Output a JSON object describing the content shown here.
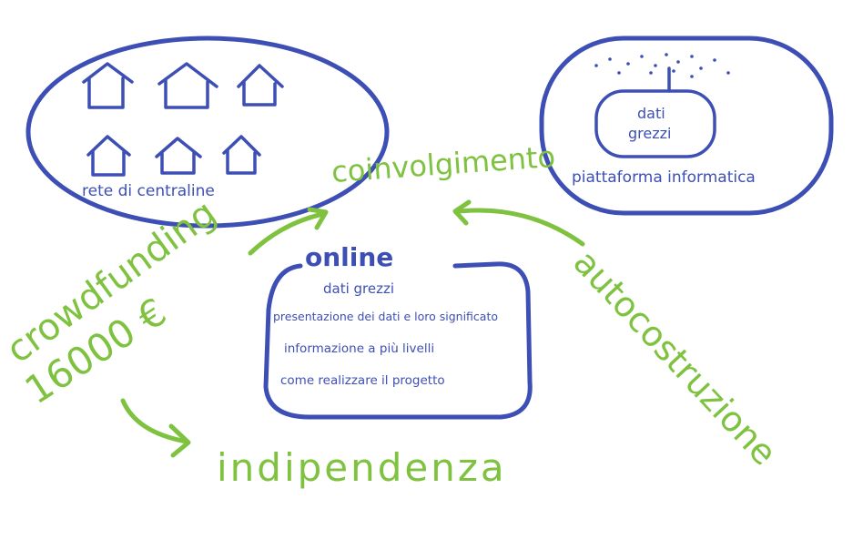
{
  "colors": {
    "blue": "#3d4fb5",
    "green": "#7fc240"
  },
  "left_group": {
    "label": "rete di centraline",
    "icon": "house-icon"
  },
  "right_group": {
    "inner_label_1": "dati",
    "inner_label_2": "grezzi",
    "label": "piattaforma informatica"
  },
  "center": {
    "label": "coinvolgimento"
  },
  "online_box": {
    "title": "online",
    "items": [
      "dati grezzi",
      "presentazione dei dati e loro significato",
      "informazione a più livelli",
      "come realizzare il progetto"
    ]
  },
  "crowdfunding": {
    "label": "crowdfunding",
    "amount": "16000 €"
  },
  "autocostruzione": {
    "label": "autocostruzione"
  },
  "indipendenza": {
    "label": "indipendenza"
  }
}
